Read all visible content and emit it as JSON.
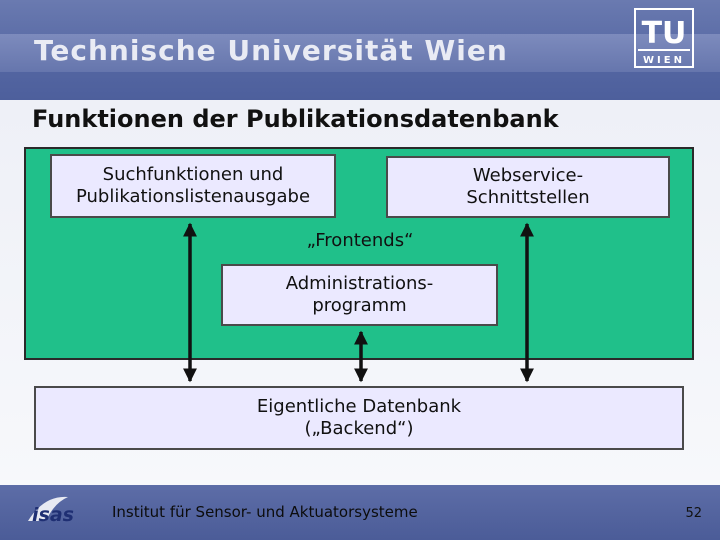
{
  "header": {
    "university_title": "Technische Universität Wien",
    "logo_text": "TU",
    "logo_subtext": "WIEN"
  },
  "slide": {
    "title": "Funktionen der Publikationsdatenbank"
  },
  "diagram": {
    "frontends_label": "„Frontends“",
    "boxes": {
      "search": "Suchfunktionen und\nPublikationslistenausgabe",
      "webservice": "Webservice-\nSchnittstellen",
      "admin": "Administrations-\nprogramm",
      "database": "Eigentliche Datenbank\n(„Backend“)"
    },
    "colors": {
      "frontend_area": "#20c08a",
      "box_fill": "#ebe9ff",
      "header": "#5567a3"
    }
  },
  "footer": {
    "logo_text": "isas",
    "institute": "Institut für Sensor- und Aktuatorsysteme",
    "page_number": "52"
  }
}
